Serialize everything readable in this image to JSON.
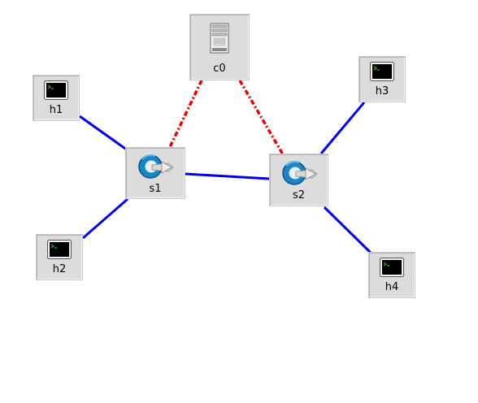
{
  "topology": {
    "controllers": [
      {
        "id": "c0",
        "label": "c0",
        "icon": "server-icon"
      }
    ],
    "switches": [
      {
        "id": "s1",
        "label": "s1",
        "icon": "openflow-switch-icon"
      },
      {
        "id": "s2",
        "label": "s2",
        "icon": "openflow-switch-icon"
      }
    ],
    "hosts": [
      {
        "id": "h1",
        "label": "h1",
        "icon": "terminal-host-icon"
      },
      {
        "id": "h2",
        "label": "h2",
        "icon": "terminal-host-icon"
      },
      {
        "id": "h3",
        "label": "h3",
        "icon": "terminal-host-icon"
      },
      {
        "id": "h4",
        "label": "h4",
        "icon": "terminal-host-icon"
      }
    ],
    "links": [
      {
        "from": "h1",
        "to": "s1",
        "kind": "data"
      },
      {
        "from": "h2",
        "to": "s1",
        "kind": "data"
      },
      {
        "from": "s1",
        "to": "s2",
        "kind": "data"
      },
      {
        "from": "s2",
        "to": "h3",
        "kind": "data"
      },
      {
        "from": "s2",
        "to": "h4",
        "kind": "data"
      },
      {
        "from": "c0",
        "to": "s1",
        "kind": "control"
      },
      {
        "from": "c0",
        "to": "s2",
        "kind": "control"
      }
    ]
  },
  "colors": {
    "data_link": "#0000ee",
    "control_link": "#ee0000",
    "node_background": "#dcdcdc",
    "canvas_background": "#ffffff"
  }
}
